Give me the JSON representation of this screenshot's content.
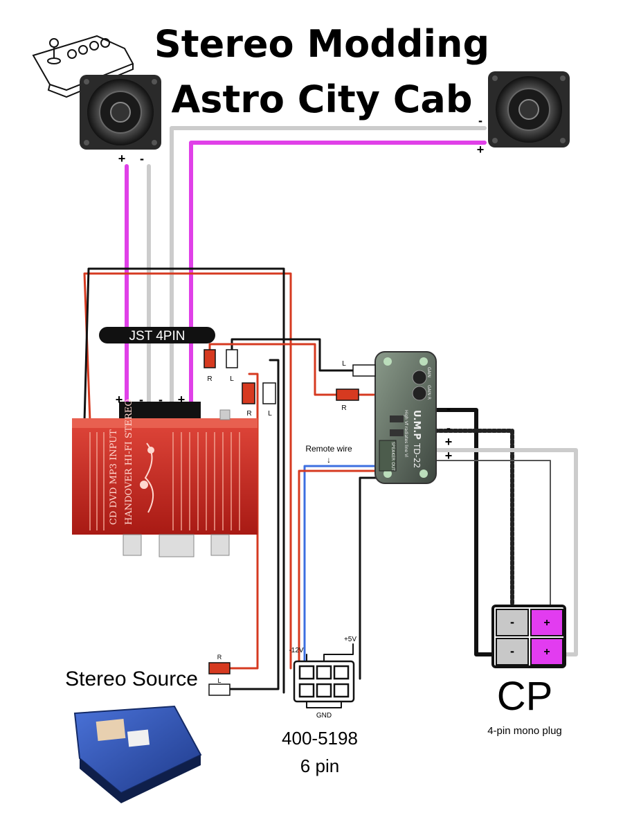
{
  "title": {
    "line1": "Stereo Modding",
    "line2": "Astro City Cab"
  },
  "speakers": {
    "left": {
      "plus": "+",
      "minus": "-"
    },
    "right": {
      "plus": "+",
      "minus": "-"
    }
  },
  "amplifier": {
    "connector_label": "JST 4PIN",
    "terminals": [
      "+",
      "-",
      "-",
      "+"
    ],
    "faceplate_lines": [
      "CD DVD MP3 INPUT",
      "HANDOVER HI-FI STEREO"
    ],
    "rca_R": "R",
    "rca_L": "L"
  },
  "converter": {
    "brand": "U.M.P",
    "model": "TD-22",
    "subtitle": "High Vf radiates line Vi",
    "chip_label": "SPEAKER OUT",
    "rca_L": "L",
    "rca_R": "R",
    "in_terminals": [
      "-",
      "-",
      "+",
      "+"
    ],
    "knob_labels": [
      "GAIN",
      "GAIN R"
    ]
  },
  "remote_wire_label": "Remote wire",
  "remote_arrow": "↓",
  "stereo_source": {
    "label": "Stereo Source",
    "rca_R": "R",
    "rca_L": "L"
  },
  "harness": {
    "minus12": "-12V",
    "plus5": "+5V",
    "gnd": "GND",
    "part": "400-5198",
    "pins": "6 pin"
  },
  "cp": {
    "label": "CP",
    "sub": "4-pin mono plug",
    "cells": [
      "-",
      "+",
      "-",
      "+"
    ]
  },
  "colors": {
    "magenta": "#e040e8",
    "grey_wire": "#cccccc",
    "red_wire": "#d63a20",
    "blue_wire": "#3d6fe0",
    "amp_red": "#cc2a22",
    "cp_grey": "#c8c8c8",
    "cp_magenta": "#e23cf0"
  },
  "icons": [
    "arcade-stick-icon",
    "speaker-icon",
    "rca-plug-icon",
    "game-board-icon"
  ]
}
